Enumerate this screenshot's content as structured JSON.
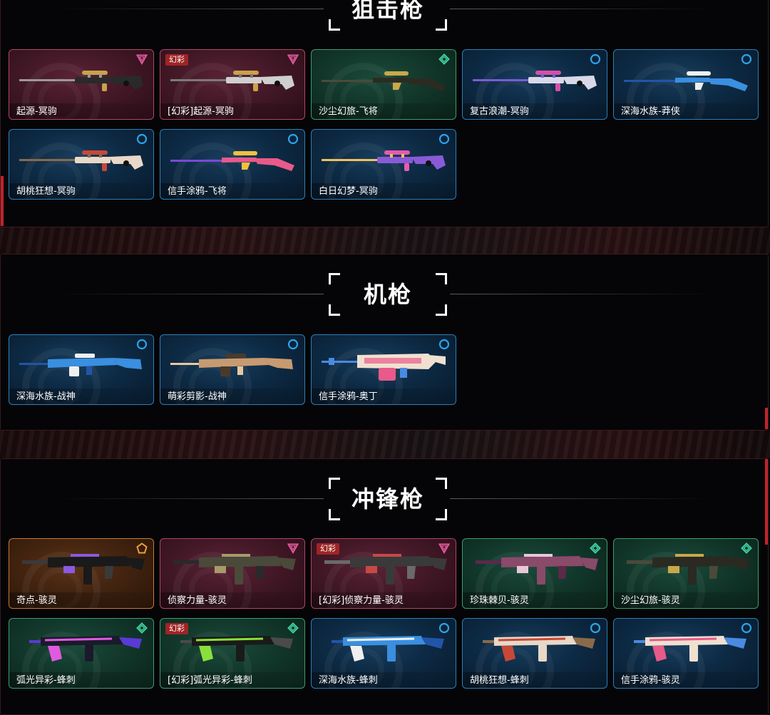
{
  "sections": [
    {
      "title": "狙击枪",
      "cards": [
        {
          "name": "起源-冥驹",
          "tier": "pink",
          "tag": "",
          "gun": "sniper",
          "colors": [
            "#2a2a2a",
            "#c9a24a",
            "#9a9a9a"
          ]
        },
        {
          "name": "[幻彩]起源-冥驹",
          "tier": "pink",
          "tag": "幻彩",
          "gun": "sniper",
          "colors": [
            "#cfcfcf",
            "#c9a24a",
            "#7a7a7a"
          ]
        },
        {
          "name": "沙尘幻旅-飞将",
          "tier": "green",
          "tag": "",
          "gun": "rifle",
          "colors": [
            "#2b2b22",
            "#c9a84a",
            "#4a4a3a"
          ]
        },
        {
          "name": "复古浪潮-冥驹",
          "tier": "blue",
          "tag": "",
          "gun": "sniper",
          "colors": [
            "#d8d8e8",
            "#d64fa8",
            "#7a5bd6"
          ]
        },
        {
          "name": "深海水族-莽侠",
          "tier": "blue",
          "tag": "",
          "gun": "rifle",
          "colors": [
            "#3a8fe0",
            "#f0f0f0",
            "#2255aa"
          ]
        },
        {
          "name": "胡桃狂想-冥驹",
          "tier": "blue",
          "tag": "",
          "gun": "sniper",
          "colors": [
            "#e8d8c8",
            "#c84838",
            "#8a6a4a"
          ]
        },
        {
          "name": "信手涂鸦-飞将",
          "tier": "blue",
          "tag": "",
          "gun": "rifle",
          "colors": [
            "#e85a8a",
            "#f0c040",
            "#7a4ad6"
          ]
        },
        {
          "name": "白日幻梦-冥驹",
          "tier": "blue",
          "tag": "",
          "gun": "sniper",
          "colors": [
            "#8a5ad6",
            "#e85ab0",
            "#f0c060"
          ]
        }
      ]
    },
    {
      "title": "机枪",
      "cards": [
        {
          "name": "深海水族-战神",
          "tier": "blue",
          "tag": "",
          "gun": "mg",
          "colors": [
            "#3a8fe0",
            "#f0f0f0",
            "#2255aa"
          ]
        },
        {
          "name": "萌彩剪影-战神",
          "tier": "blue",
          "tag": "",
          "gun": "mg",
          "colors": [
            "#c89a70",
            "#4a3a2a",
            "#e8c8a0"
          ]
        },
        {
          "name": "信手涂鸦-奥丁",
          "tier": "blue",
          "tag": "",
          "gun": "lmg",
          "colors": [
            "#f0e0d0",
            "#e85a8a",
            "#4a8ae0"
          ]
        }
      ]
    },
    {
      "title": "冲锋枪",
      "cards": [
        {
          "name": "奇点-骇灵",
          "tier": "orange",
          "tag": "",
          "gun": "smg",
          "colors": [
            "#1a1a1a",
            "#8a5ae0",
            "#3a3a3a"
          ]
        },
        {
          "name": "侦察力量-骇灵",
          "tier": "pink",
          "tag": "",
          "gun": "smg",
          "colors": [
            "#4a4a3a",
            "#a89a6a",
            "#2a2a2a"
          ]
        },
        {
          "name": "[幻彩]侦察力量-骇灵",
          "tier": "pink",
          "tag": "幻彩",
          "gun": "smg",
          "colors": [
            "#3a3a3a",
            "#c84848",
            "#6a6a6a"
          ]
        },
        {
          "name": "珍珠棘贝-骇灵",
          "tier": "green",
          "tag": "",
          "gun": "smg",
          "colors": [
            "#8a4a6a",
            "#e8c8d8",
            "#5a2a4a"
          ]
        },
        {
          "name": "沙尘幻旅-骇灵",
          "tier": "green",
          "tag": "",
          "gun": "smg",
          "colors": [
            "#2a2a22",
            "#c9a84a",
            "#4a4a3a"
          ]
        },
        {
          "name": "弧光异彩-蜂刺",
          "tier": "green",
          "tag": "",
          "gun": "smg2",
          "colors": [
            "#1a1a2a",
            "#e05ae0",
            "#5a3ad6"
          ]
        },
        {
          "name": "[幻彩]弧光异彩-蜂刺",
          "tier": "green",
          "tag": "幻彩",
          "gun": "smg2",
          "colors": [
            "#1a1a1a",
            "#8ae03a",
            "#4a4a4a"
          ]
        },
        {
          "name": "深海水族-蜂刺",
          "tier": "blue",
          "tag": "",
          "gun": "smg2",
          "colors": [
            "#3a8fe0",
            "#f0f0f0",
            "#2255aa"
          ]
        },
        {
          "name": "胡桃狂想-蜂刺",
          "tier": "blue",
          "tag": "",
          "gun": "smg2",
          "colors": [
            "#e8d8c8",
            "#c84838",
            "#8a6a4a"
          ]
        },
        {
          "name": "信手涂鸦-骇灵",
          "tier": "blue",
          "tag": "",
          "gun": "smg2",
          "colors": [
            "#f0e0d0",
            "#e85a8a",
            "#4a8ae0"
          ]
        }
      ]
    }
  ],
  "tier_colors": {
    "blue": "#2fa2e8",
    "green": "#3fd0a0",
    "pink": "#e05a9a",
    "orange": "#e8a040"
  }
}
